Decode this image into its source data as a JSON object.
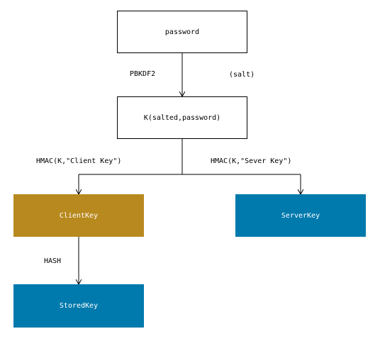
{
  "nodes": {
    "password": {
      "text": "password"
    },
    "k": {
      "text": "K(salted,password)"
    },
    "client_key": {
      "text": "ClientKey",
      "color": "#b8891f"
    },
    "server_key": {
      "text": "ServerKey",
      "color": "#0079ad"
    },
    "stored_key": {
      "text": "StoredKey",
      "color": "#0079ad"
    }
  },
  "edges": {
    "pbkdf2": "PBKDF2",
    "salt": "(salt)",
    "hmac_client": "HMAC(K,\"Client Key\")",
    "hmac_server": "HMAC(K,\"Sever Key\")",
    "hash": "HASH"
  }
}
